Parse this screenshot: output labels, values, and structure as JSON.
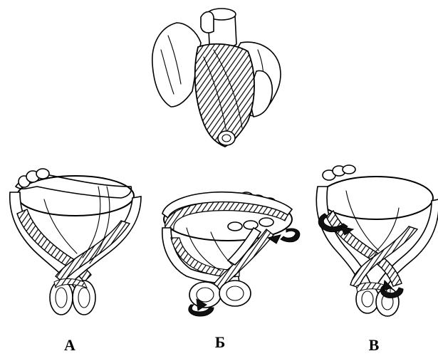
{
  "labels": {
    "a": "А",
    "b": "Б",
    "c": "В"
  }
}
